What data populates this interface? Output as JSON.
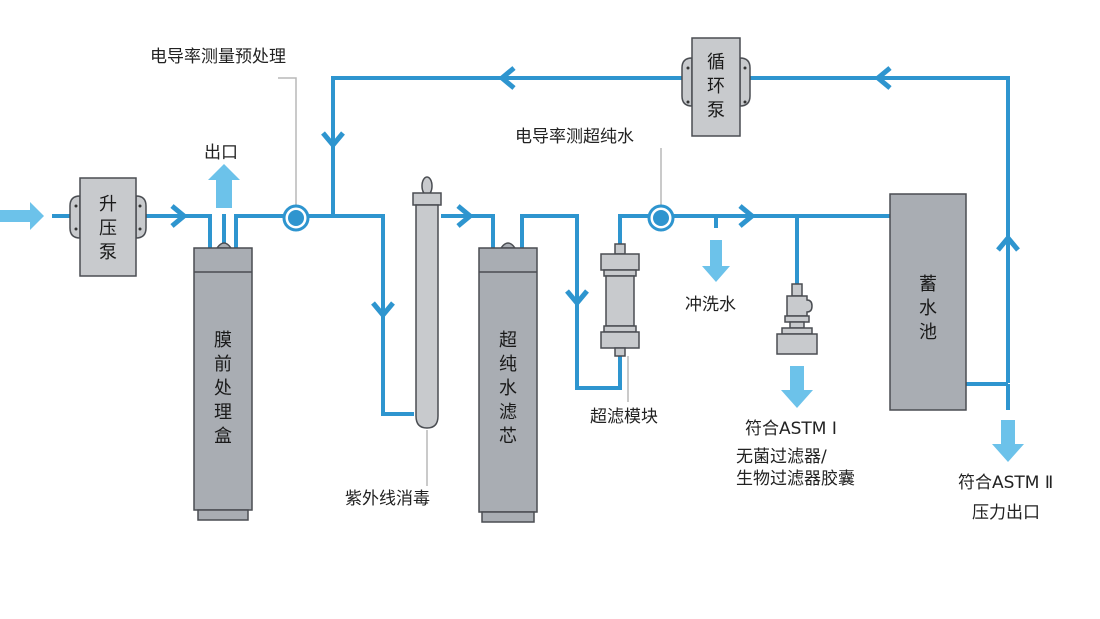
{
  "diagram": {
    "title": "",
    "colors": {
      "pipe": "#2e95cf",
      "outlet_arrow": "#6cc2ea",
      "component_fill": "#a9adb3",
      "component_light_fill": "#c8cacd",
      "component_stroke": "#4a4d52",
      "leader_line": "#b8b8b8"
    },
    "components": {
      "booster_pump": {
        "label": "升压泵",
        "chars": [
          "升",
          "压",
          "泵"
        ]
      },
      "circulation_pump": {
        "label": "循环泵",
        "chars": [
          "循",
          "环",
          "泵"
        ]
      },
      "pretreatment_cartridge": {
        "label": "膜前处理盒",
        "chars": [
          "膜",
          "前",
          "处",
          "理",
          "盒"
        ]
      },
      "ultrapure_cartridge": {
        "label": "超纯水滤芯",
        "chars": [
          "超",
          "纯",
          "水",
          "滤",
          "芯"
        ]
      },
      "storage_tank": {
        "label": "蓄水池",
        "chars": [
          "蓄",
          "水",
          "池"
        ]
      },
      "uv_lamp": {
        "label": "紫外线消毒"
      },
      "ultrafiltration_module": {
        "label": "超滤模块"
      },
      "sterile_filter": {
        "label": "无菌过滤器/生物过滤器胶囊"
      }
    },
    "annotations": {
      "conductivity_pretreatment": "电导率测量预处理",
      "conductivity_ultrapure": "电导率测超纯水",
      "outlet": "出口",
      "rinse_water": "冲洗水",
      "uv_label": "紫外线消毒",
      "uf_label": "超滤模块",
      "astm1_line1": "符合ASTM Ⅰ",
      "astm1_line2": "无菌过滤器/",
      "astm1_line3": "生物过滤器胶囊",
      "astm2_line1": "符合ASTM Ⅱ",
      "astm2_line2": "压力出口"
    }
  }
}
